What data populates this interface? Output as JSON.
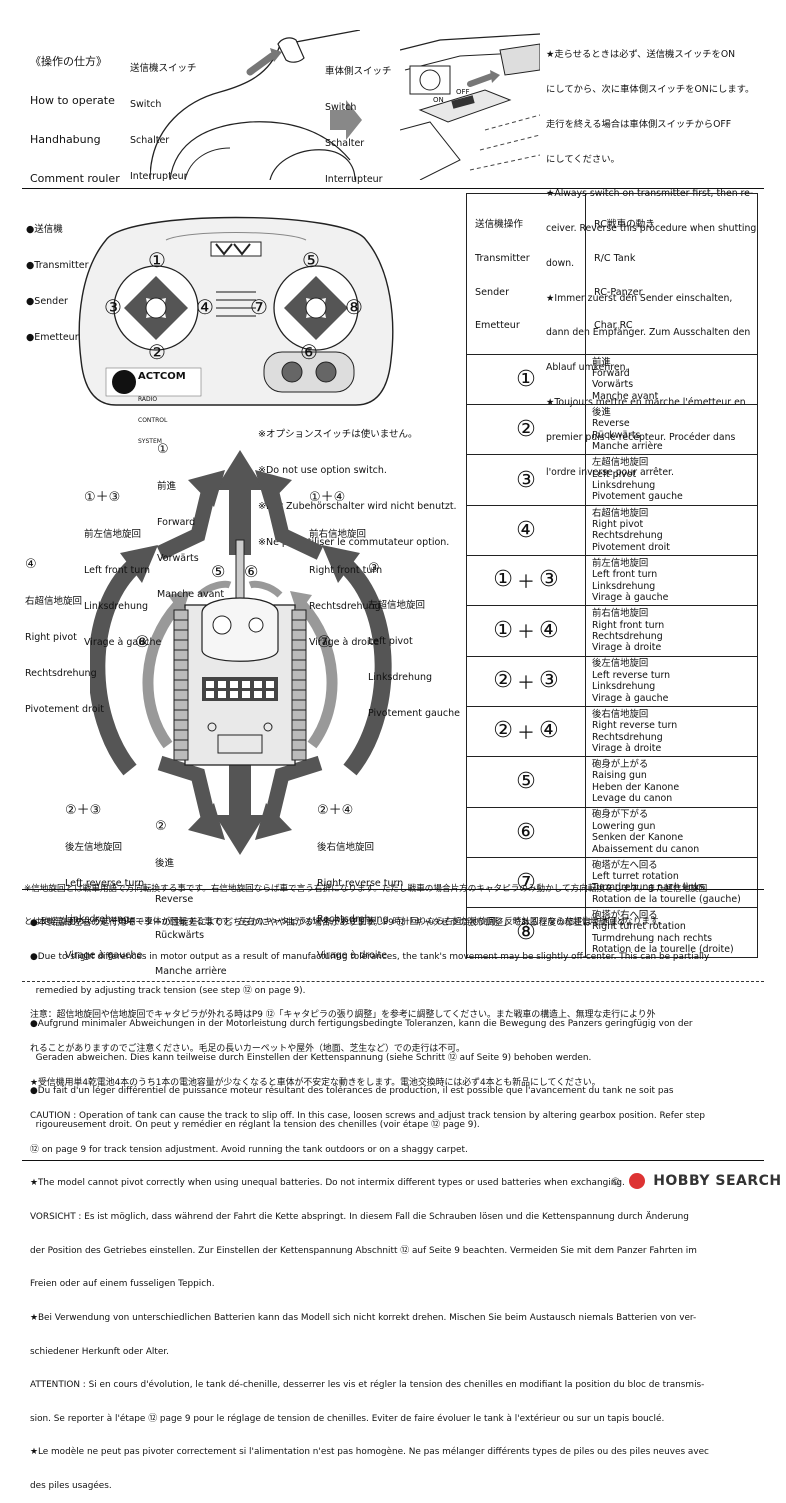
{
  "howto": {
    "heading_lines": [
      "《操作の仕方》",
      "How to operate",
      "Handhabung",
      "Comment rouler"
    ],
    "tx_switch_lines": [
      "送信機スイッチ",
      "Switch",
      "Schalter",
      "Interrupteur"
    ],
    "rx_switch_lines": [
      "車体側スイッチ",
      "Switch",
      "Schalter",
      "Interrupteur"
    ],
    "on_label": "ON",
    "off_label": "OFF",
    "note_lines": [
      "★走らせるときは必ず、送信機スイッチをON",
      "にしてから、次に車体側スイッチをONにします。",
      "走行を終える場合は車体側スイッチからOFF",
      "にしてください。",
      "★Always switch on transmitter first, then re-",
      "ceiver. Reverse this procedure when shutting",
      "down.",
      "★Immer zuerst den Sender einschalten,",
      "dann den Empfänger. Zum Ausschalten den",
      "Ablauf umkehren.",
      "★Toujours mettre en marche l'émetteur en",
      "premier puis le récepteur. Procéder dans",
      "l'ordre inverse pour arrêter."
    ]
  },
  "transmitter": {
    "label_lines": [
      "●送信機",
      "●Transmitter",
      "●Sender",
      "●Emetteur"
    ],
    "brand": "ACTCOM",
    "brand_sub_lines": [
      "RADIO",
      "CONTROL",
      "SYSTEM"
    ],
    "numbers": [
      "①",
      "②",
      "③",
      "④",
      "⑤",
      "⑥",
      "⑦",
      "⑧"
    ],
    "option_note_lines": [
      "※オプションスイッチは使いません。",
      "※Do not use option switch.",
      "※Der Zubehörschalter wird nicht benutzt.",
      "※Ne pas utiliser le commutateur option."
    ]
  },
  "diagram": {
    "forward": [
      "①",
      "前進",
      "Forward",
      "Vorwärts",
      "Manche avant"
    ],
    "left_front_turn": [
      "①＋③",
      "前左信地旋回",
      "Left front turn",
      "Linksdrehung",
      "Virage à gauche"
    ],
    "right_front_turn": [
      "①＋④",
      "前右信地旋回",
      "Right front turn",
      "Rechtsdrehung",
      "Virage à droite"
    ],
    "right_pivot": [
      "④",
      "右超信地旋回",
      "Right pivot",
      "Rechtsdrehung",
      "Pivotement droit"
    ],
    "left_pivot": [
      "③",
      "左超信地旋回",
      "Left pivot",
      "Linksdrehung",
      "Pivotement gauche"
    ],
    "left_reverse_turn": [
      "②＋③",
      "後左信地旋回",
      "Left reverse turn",
      "Linksdrehung",
      "Virage à gauche"
    ],
    "reverse": [
      "②",
      "後進",
      "Reverse",
      "Rückwärts",
      "Manche arrière"
    ],
    "right_reverse_turn": [
      "②＋④",
      "後右信地旋回",
      "Right reverse turn",
      "Rechtsdrehung",
      "Virage à droite"
    ],
    "gun_up_mark": "⑤",
    "gun_down_mark": "⑥",
    "turret_left_mark": "⑧",
    "turret_right_mark": "⑦"
  },
  "table": {
    "col1_lines": [
      "送信機操作",
      "Transmitter",
      "Sender",
      "Emetteur"
    ],
    "col2_lines": [
      "RC戦車の動き",
      "R/C Tank",
      "RC-Panzer",
      "Char RC"
    ],
    "plus": "＋",
    "rows": [
      {
        "a": "①",
        "b": "",
        "lines": [
          "前進",
          "Forward",
          "Vorwärts",
          "Manche avant"
        ]
      },
      {
        "a": "②",
        "b": "",
        "lines": [
          "後進",
          "Reverse",
          "Rückwärts",
          "Manche arrière"
        ]
      },
      {
        "a": "③",
        "b": "",
        "lines": [
          "左超信地旋回",
          "Left pivot",
          "Linksdrehung",
          "Pivotement gauche"
        ]
      },
      {
        "a": "④",
        "b": "",
        "lines": [
          "右超信地旋回",
          "Right pivot",
          "Rechtsdrehung",
          "Pivotement droit"
        ]
      },
      {
        "a": "①",
        "b": "③",
        "lines": [
          "前左信地旋回",
          "Left front turn",
          "Linksdrehung",
          "Virage à gauche"
        ]
      },
      {
        "a": "①",
        "b": "④",
        "lines": [
          "前右信地旋回",
          "Right front turn",
          "Rechtsdrehung",
          "Virage à droite"
        ]
      },
      {
        "a": "②",
        "b": "③",
        "lines": [
          "後左信地旋回",
          "Left reverse turn",
          "Linksdrehung",
          "Virage à gauche"
        ]
      },
      {
        "a": "②",
        "b": "④",
        "lines": [
          "後右信地旋回",
          "Right reverse turn",
          "Rechtsdrehung",
          "Virage à droite"
        ]
      },
      {
        "a": "⑤",
        "b": "",
        "lines": [
          "砲身が上がる",
          "Raising gun",
          "Heben der Kanone",
          "Levage du canon"
        ]
      },
      {
        "a": "⑥",
        "b": "",
        "lines": [
          "砲身が下がる",
          "Lowering gun",
          "Senken der Kanone",
          "Abaissement du canon"
        ]
      },
      {
        "a": "⑦",
        "b": "",
        "lines": [
          "砲塔が左へ回る",
          "Left turret rotation",
          "Turmdrehung nach links",
          "Rotation de la tourelle (gauche)"
        ]
      },
      {
        "a": "⑧",
        "b": "",
        "lines": [
          "砲塔が右へ回る",
          "Right turret rotation",
          "Turmdrehung nach rechts",
          "Rotation de la tourelle (droite)"
        ]
      }
    ]
  },
  "footnote_lines": [
    "※信地旋回とは戦車用語で方向転換する事です。右信地旋回ならば車で言う右折になります。ただし戦車の場合片方のキャタピラのみ動かして方向転換をします。また超信地旋回",
    "とは砲塔旋回のようにその場で車体が回転する事です。左右のキャタピラがそれぞれ逆回転し、時計回りなら右超信地旋回、反時計回りなら左超信地旋回となります。"
  ],
  "notice1_lines": [
    "●本製品は左右の走行用モーターの性能差によりどちらかにやや曲がる場合があります。P9 ⑫「キャタピラの張り調整」である程度の修正はできます。",
    "●Due to slight differences in motor output as a result of manufacturing tolerances, the tank's movement may be slightly off-center. This can be partially",
    "  remedied by adjusting track tension (see step ⑫ on page 9).",
    "●Aufgrund minimaler Abweichungen in der Motorleistung durch fertigungsbedingte Toleranzen, kann die Bewegung des Panzers geringfügig von der",
    "  Geraden abweichen. Dies kann teilweise durch Einstellen der Kettenspannung (siehe Schritt ⑫ auf Seite 9) behoben werden.",
    "●Du fait d'un léger différentiel de puissance moteur résultant des tolérances de production, il est possible que l'avancement du tank ne soit pas",
    "  rigoureusement droit. On peut y remédier en réglant la tension des chenilles (voir étape ⑫ page 9)."
  ],
  "notice2_lines": [
    "注意：超信地旋回や信地旋回でキャタピラが外れる時はP9 ⑫「キャタピラの張り調整」を参考に調整してください。また戦車の構造上、無理な走行により外",
    "れることがありますのでご注意ください。毛足の長いカーペットや屋外（地面、芝生など）での走行は不可。",
    "★受信機用単4乾電池4本のうち1本の電池容量が少なくなると車体が不安定な動きをします。電池交換時には必ず4本とも新品にしてください。",
    "CAUTION : Operation of tank can cause the track to slip off. In this case, loosen screws and adjust track tension by altering gearbox position. Refer step",
    "⑫ on page 9 for track tension adjustment. Avoid running the tank outdoors or on a shaggy carpet.",
    "★The model cannot pivot correctly when using unequal batteries. Do not intermix different types or used batteries when exchanging.",
    "VORSICHT : Es ist möglich, dass während der Fahrt die Kette abspringt. In diesem Fall die Schrauben lösen und die Kettenspannung durch Änderung",
    "der Position des Getriebes einstellen. Zur Einstellen der Kettenspannung Abschnitt ⑫ auf Seite 9 beachten. Vermeiden Sie mit dem Panzer Fahrten im",
    "Freien oder auf einem fusseligen Teppich.",
    "★Bei Verwendung von unterschiedlichen Batterien kann das Modell sich nicht korrekt drehen. Mischen Sie beim Austausch niemals Batterien von ver-",
    "schiedener Herkunft oder Alter.",
    "ATTENTION : Si en cours d'évolution, le tank dé-chenille, desserrer les vis et régler la tension des chenilles en modifiant la position du bloc de transmis-",
    "sion. Se reporter à l'étape ⑫ page 9 pour le réglage de tension de chenilles. Eviter de faire évoluer le tank à l'extérieur ou sur un tapis bouclé.",
    "★Le modèle ne peut pas pivoter correctement si l'alimentation n'est pas homogène. Ne pas mélanger différents types de piles ou des piles neuves avec",
    "des piles usagées."
  ],
  "watermark": {
    "text": "HOBBY SEARCH",
    "copyright": "©"
  }
}
